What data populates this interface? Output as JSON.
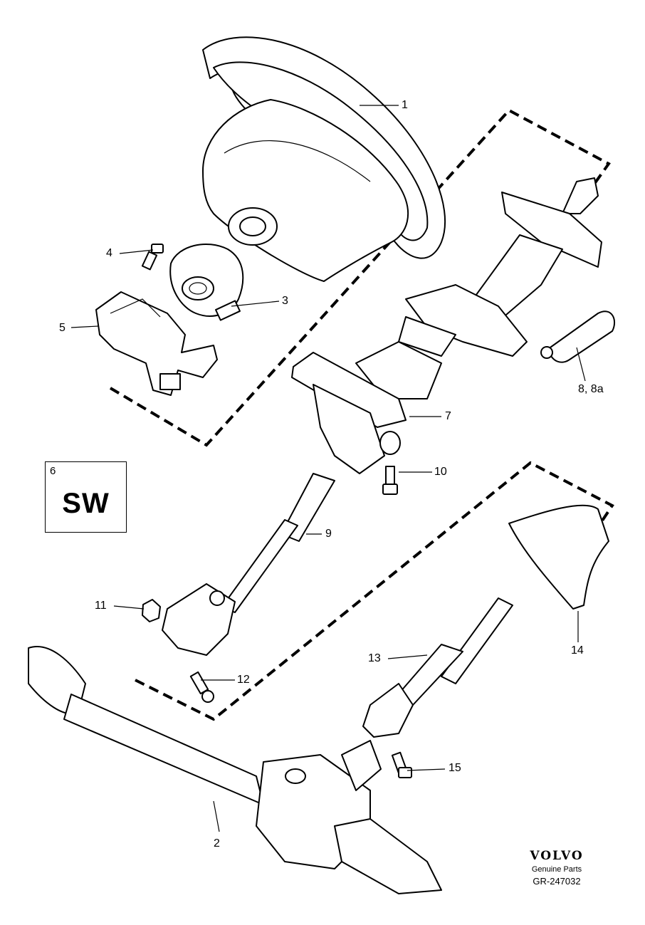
{
  "callouts": [
    "1",
    "2",
    "3",
    "4",
    "5",
    "7",
    "8, 8a",
    "9",
    "10",
    "11",
    "12",
    "13",
    "14",
    "15"
  ],
  "sw_box": {
    "number": "6",
    "code": "SW"
  },
  "brand": {
    "name": "VOLVO",
    "subtitle": "Genuine Parts",
    "diagram_code": "GR-247032"
  },
  "colors": {
    "line": "#000000",
    "background": "#ffffff"
  }
}
